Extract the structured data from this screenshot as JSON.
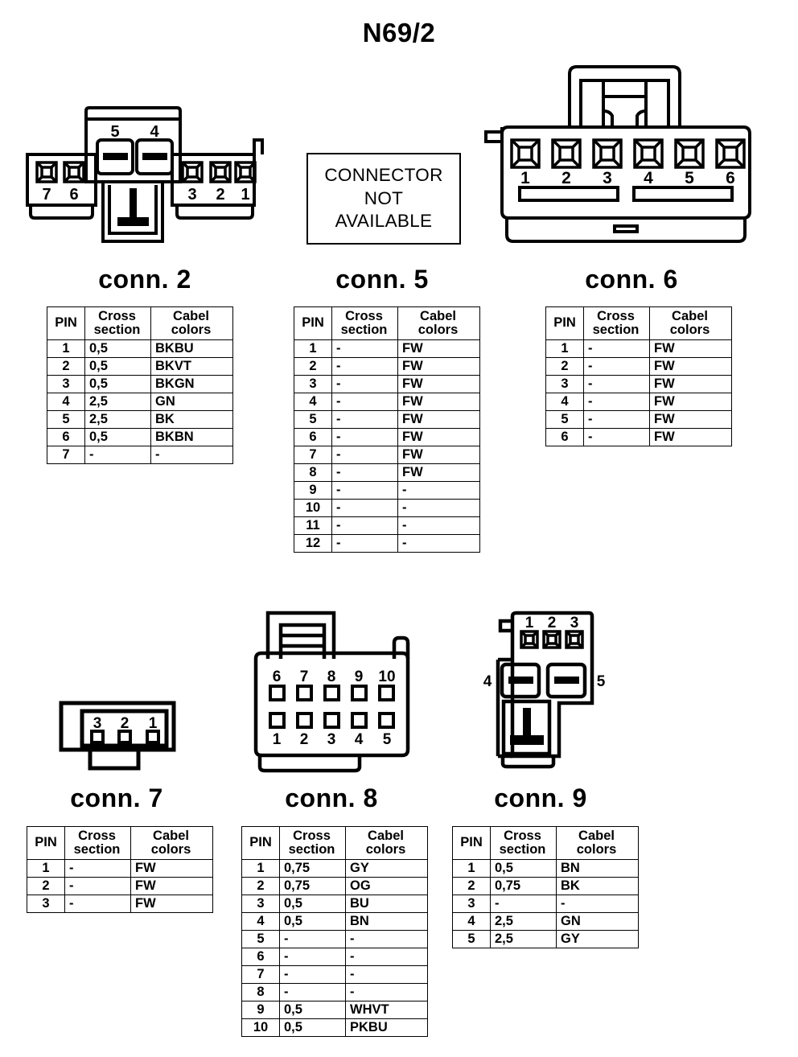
{
  "title": "N69/2",
  "not_available": {
    "line1": "CONNECTOR",
    "line2": "NOT",
    "line3": "AVAILABLE"
  },
  "table_headers": {
    "pin": "PIN",
    "cross_1": "Cross",
    "cross_2": "section",
    "cabel_1": "Cabel",
    "cabel_2": "colors"
  },
  "connectors": [
    {
      "id": "conn2",
      "label": "conn. 2",
      "pin_numbers": [
        "7",
        "6",
        "5",
        "4",
        "3",
        "2",
        "1"
      ],
      "rows": [
        {
          "pin": "1",
          "cross": "0,5",
          "color": "BKBU"
        },
        {
          "pin": "2",
          "cross": "0,5",
          "color": "BKVT"
        },
        {
          "pin": "3",
          "cross": "0,5",
          "color": "BKGN"
        },
        {
          "pin": "4",
          "cross": "2,5",
          "color": "GN"
        },
        {
          "pin": "5",
          "cross": "2,5",
          "color": "BK"
        },
        {
          "pin": "6",
          "cross": "0,5",
          "color": "BKBN"
        },
        {
          "pin": "7",
          "cross": "-",
          "color": "-"
        }
      ]
    },
    {
      "id": "conn5",
      "label": "conn. 5",
      "pin_numbers": [],
      "rows": [
        {
          "pin": "1",
          "cross": "-",
          "color": "FW"
        },
        {
          "pin": "2",
          "cross": "-",
          "color": "FW"
        },
        {
          "pin": "3",
          "cross": "-",
          "color": "FW"
        },
        {
          "pin": "4",
          "cross": "-",
          "color": "FW"
        },
        {
          "pin": "5",
          "cross": "-",
          "color": "FW"
        },
        {
          "pin": "6",
          "cross": "-",
          "color": "FW"
        },
        {
          "pin": "7",
          "cross": "-",
          "color": "FW"
        },
        {
          "pin": "8",
          "cross": "-",
          "color": "FW"
        },
        {
          "pin": "9",
          "cross": "-",
          "color": "-"
        },
        {
          "pin": "10",
          "cross": "-",
          "color": "-"
        },
        {
          "pin": "11",
          "cross": "-",
          "color": "-"
        },
        {
          "pin": "12",
          "cross": "-",
          "color": "-"
        }
      ]
    },
    {
      "id": "conn6",
      "label": "conn. 6",
      "pin_numbers": [
        "1",
        "2",
        "3",
        "4",
        "5",
        "6"
      ],
      "rows": [
        {
          "pin": "1",
          "cross": "-",
          "color": "FW"
        },
        {
          "pin": "2",
          "cross": "-",
          "color": "FW"
        },
        {
          "pin": "3",
          "cross": "-",
          "color": "FW"
        },
        {
          "pin": "4",
          "cross": "-",
          "color": "FW"
        },
        {
          "pin": "5",
          "cross": "-",
          "color": "FW"
        },
        {
          "pin": "6",
          "cross": "-",
          "color": "FW"
        }
      ]
    },
    {
      "id": "conn7",
      "label": "conn. 7",
      "pin_numbers": [
        "3",
        "2",
        "1"
      ],
      "rows": [
        {
          "pin": "1",
          "cross": "-",
          "color": "FW"
        },
        {
          "pin": "2",
          "cross": "-",
          "color": "FW"
        },
        {
          "pin": "3",
          "cross": "-",
          "color": "FW"
        }
      ]
    },
    {
      "id": "conn8",
      "label": "conn. 8",
      "pin_numbers_top": [
        "6",
        "7",
        "8",
        "9",
        "10"
      ],
      "pin_numbers_bottom": [
        "1",
        "2",
        "3",
        "4",
        "5"
      ],
      "rows": [
        {
          "pin": "1",
          "cross": "0,75",
          "color": "GY"
        },
        {
          "pin": "2",
          "cross": "0,75",
          "color": "OG"
        },
        {
          "pin": "3",
          "cross": "0,5",
          "color": "BU"
        },
        {
          "pin": "4",
          "cross": "0,5",
          "color": "BN"
        },
        {
          "pin": "5",
          "cross": "-",
          "color": "-"
        },
        {
          "pin": "6",
          "cross": "-",
          "color": "-"
        },
        {
          "pin": "7",
          "cross": "-",
          "color": "-"
        },
        {
          "pin": "8",
          "cross": "-",
          "color": "-"
        },
        {
          "pin": "9",
          "cross": "0,5",
          "color": "WHVT"
        },
        {
          "pin": "10",
          "cross": "0,5",
          "color": "PKBU"
        }
      ]
    },
    {
      "id": "conn9",
      "label": "conn. 9",
      "pin_numbers_top": [
        "1",
        "2",
        "3"
      ],
      "pin_numbers_side": [
        "4",
        "5"
      ],
      "rows": [
        {
          "pin": "1",
          "cross": "0,5",
          "color": "BN"
        },
        {
          "pin": "2",
          "cross": "0,75",
          "color": "BK"
        },
        {
          "pin": "3",
          "cross": "-",
          "color": "-"
        },
        {
          "pin": "4",
          "cross": "2,5",
          "color": "GN"
        },
        {
          "pin": "5",
          "cross": "2,5",
          "color": "GY"
        }
      ]
    }
  ]
}
